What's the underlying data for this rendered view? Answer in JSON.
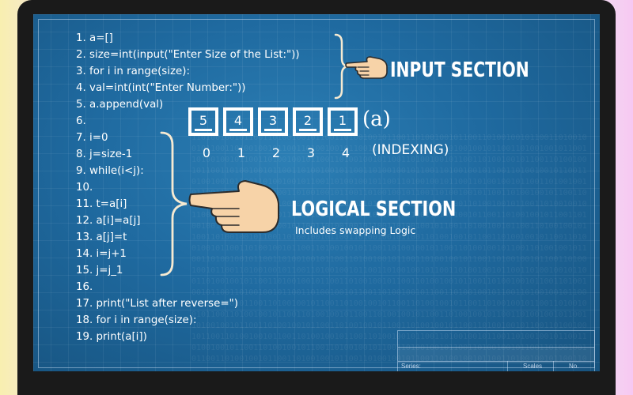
{
  "code_lines": [
    "1. a=[]",
    "2. size=int(input(\"Enter Size of the List:\"))",
    "3. for i in range(size):",
    "4. val=int(int(\"Enter Number:\"))",
    "5. a.append(val)",
    "6.",
    "7. i=0",
    "8. j=size-1",
    "9. while(i<j):",
    "10.",
    "11. t=a[i]",
    "12. a[i]=a[j]",
    "13. a[j]=t",
    "14. i=j+1",
    "15. j=j_1",
    "16.",
    "17. print(\"List after reverse=\")",
    "18. for i in range(size):",
    "19. print(a[i])"
  ],
  "input_section": {
    "title": "INPUT SECTION"
  },
  "logical_section": {
    "title": "LOGICAL SECTION",
    "subtitle": "Includes swapping Logic"
  },
  "array": {
    "name": "(a)",
    "values": [
      "5",
      "4",
      "3",
      "2",
      "1"
    ],
    "indices": [
      "0",
      "1",
      "2",
      "3",
      "4"
    ],
    "indexing_label": "(INDEXING)"
  },
  "title_block": {
    "series_label": "Series:",
    "scales_label": "Scales",
    "no_label": "No."
  },
  "colors": {
    "screen": "#1f6aa0",
    "text": "#ffffff",
    "hand": "#f7d3a8",
    "bezel": "#1a1a1a"
  },
  "icons": [
    "pointing-hand-icon",
    "curly-brace-icon"
  ]
}
